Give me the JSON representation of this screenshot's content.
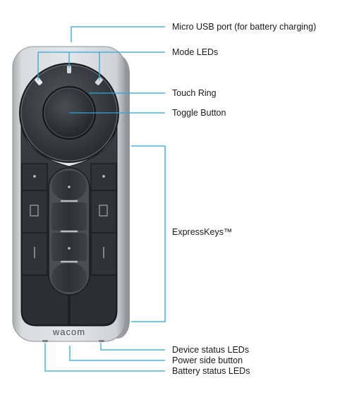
{
  "device": {
    "brand_logo": "wacom"
  },
  "callouts": {
    "usb_port": "Micro USB port (for battery charging)",
    "mode_leds": "Mode LEDs",
    "touch_ring": "Touch Ring",
    "toggle_button": "Toggle Button",
    "express_keys": "ExpressKeys™",
    "device_status_leds": "Device status LEDs",
    "power_side_button": "Power side button",
    "battery_status_leds": "Battery status LEDs"
  },
  "colors": {
    "leader_line": "#29a8e0",
    "body_silver": "#c9ccd0",
    "keys_dark": "#2c2f33",
    "ring_dark": "#3a3d41",
    "text": "#1a1a1a"
  }
}
